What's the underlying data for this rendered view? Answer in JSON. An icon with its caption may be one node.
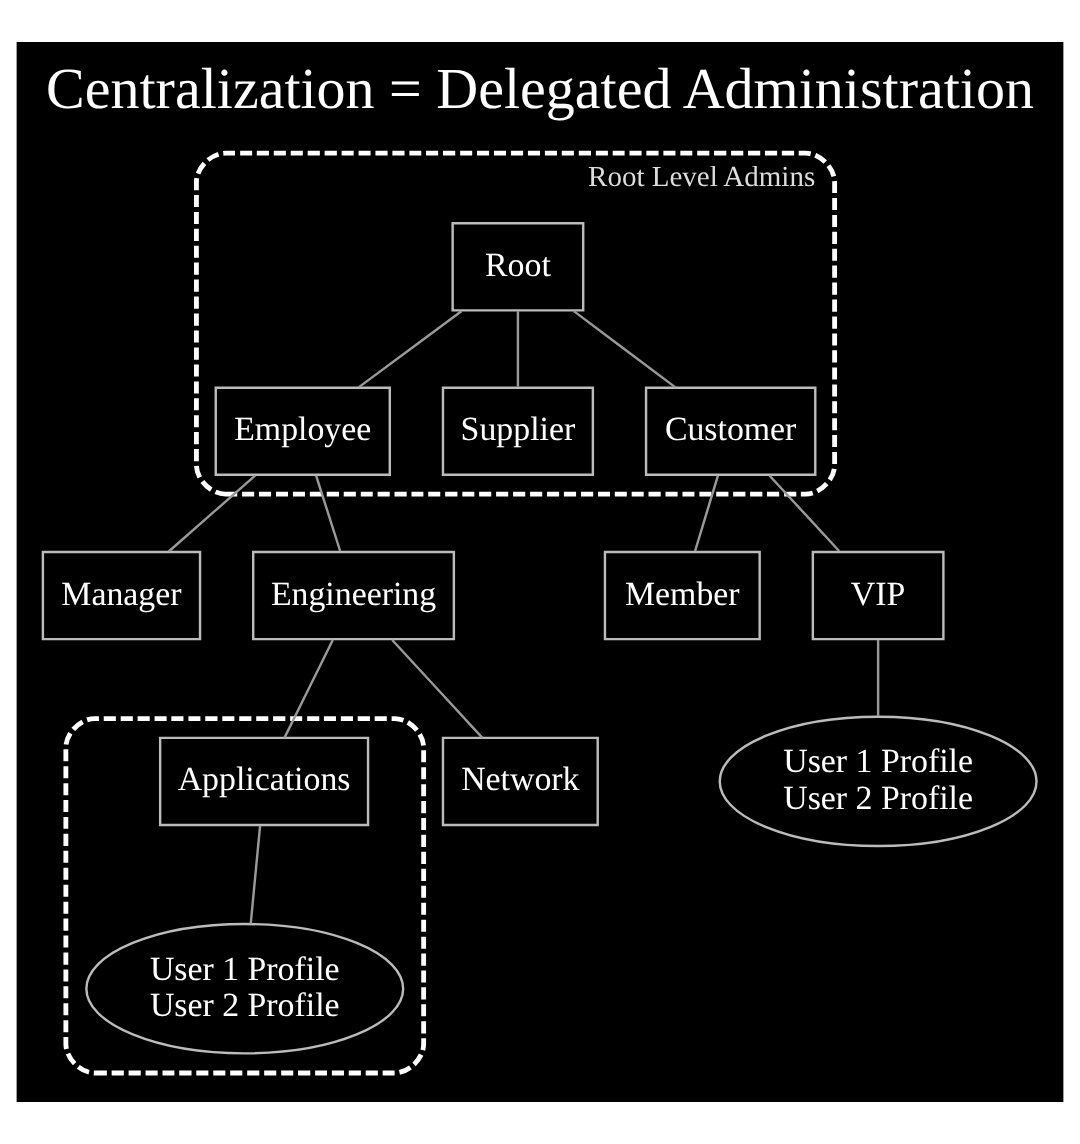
{
  "diagram": {
    "title": "Centralization = Delegated Administration",
    "nodes": [
      {
        "text": [
          "Root Level Admins"
        ]
      },
      {
        "text": [
          "Root"
        ],
        "in": 0
      },
      {
        "text": [
          "Employee"
        ],
        "in": 0
      },
      {
        "text": [
          "Supplier"
        ],
        "in": 0
      },
      {
        "text": [
          "Customer"
        ],
        "in": 0
      },
      {
        "text": [
          "Manager"
        ]
      },
      {
        "text": [
          "Engineering"
        ]
      },
      {
        "text": [
          "Member"
        ]
      },
      {
        "text": [
          "VIP"
        ]
      },
      {
        "text": [],
        "shape": "box"
      },
      {
        "text": [
          "Applications"
        ],
        "in": 9
      },
      {
        "text": [
          "Network"
        ]
      },
      {
        "text": [
          "User 1 Profile",
          "User 2 Profile"
        ],
        "in": 9
      },
      {
        "text": [
          "User 1 Profile",
          "User 2 Profile"
        ]
      }
    ],
    "edges": [
      {
        "from": 1,
        "to": 2,
        "arrow": "none"
      },
      {
        "from": 1,
        "to": 3,
        "arrow": "none"
      },
      {
        "from": 1,
        "to": 4,
        "arrow": "none"
      },
      {
        "from": 2,
        "to": 5,
        "arrow": "none"
      },
      {
        "from": 2,
        "to": 6,
        "arrow": "none"
      },
      {
        "from": 4,
        "to": 7,
        "arrow": "none"
      },
      {
        "from": 4,
        "to": 8,
        "arrow": "none"
      },
      {
        "from": 6,
        "to": 10,
        "arrow": "none"
      },
      {
        "from": 6,
        "to": 11,
        "arrow": "none"
      },
      {
        "from": 10,
        "to": 12,
        "arrow": "none"
      },
      {
        "from": 8,
        "to": 13,
        "arrow": "none"
      }
    ]
  }
}
